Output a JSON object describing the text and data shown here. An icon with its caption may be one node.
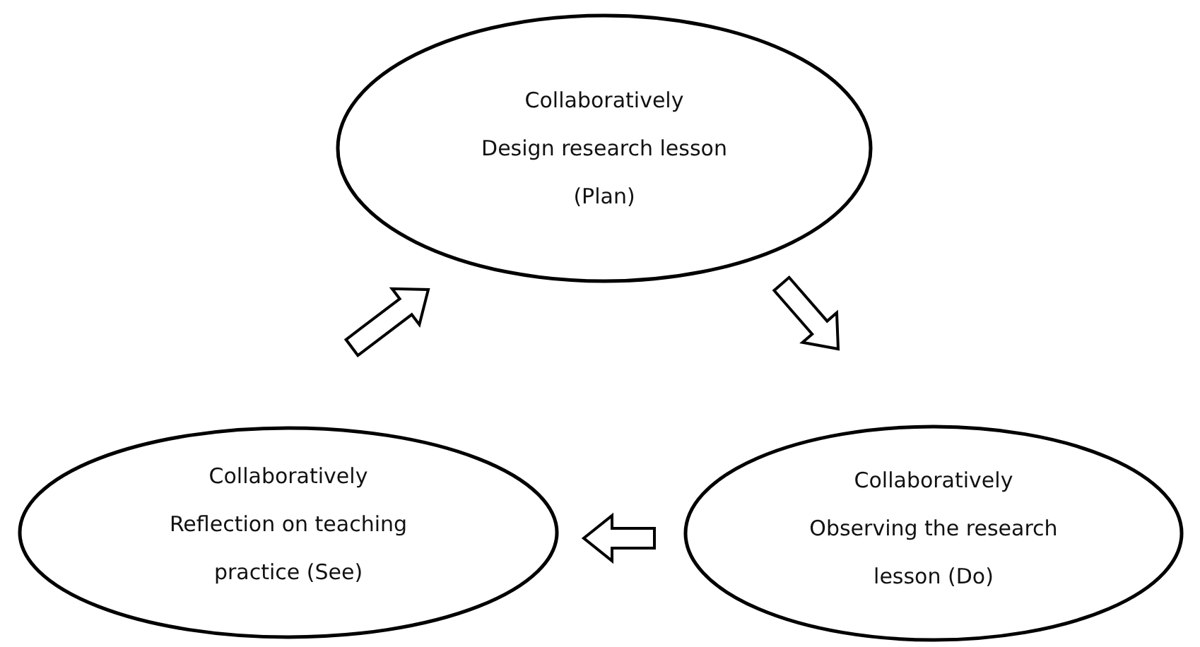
{
  "diagram": {
    "nodes": [
      {
        "text": [
          "Collaboratively Design research lesson (Plan)"
        ]
      },
      {
        "text": [
          "Collaboratively Reflection on teaching practice (See)"
        ]
      },
      {
        "text": [
          "Collaboratively Observing the research lesson (Do)"
        ]
      }
    ],
    "edges": [
      {
        "from": 0,
        "to": 2,
        "arrow": "to"
      },
      {
        "from": 2,
        "to": 1,
        "arrow": "to"
      },
      {
        "from": 1,
        "to": 0,
        "arrow": "to"
      }
    ]
  }
}
